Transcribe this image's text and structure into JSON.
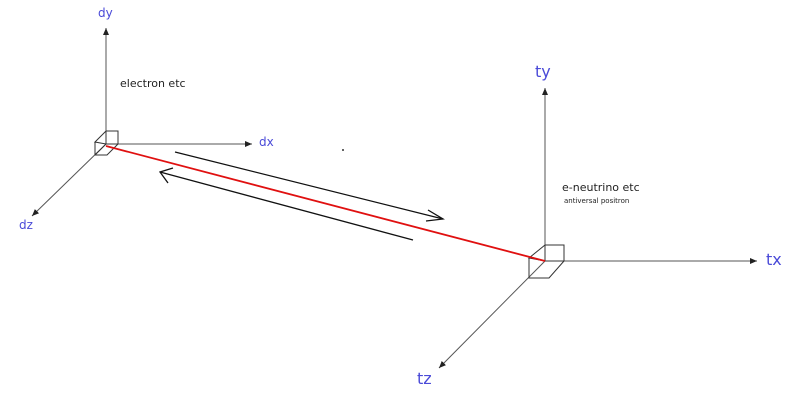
{
  "left_frame": {
    "y_label": "dy",
    "x_label": "dx",
    "z_label": "dz",
    "caption": "electron etc"
  },
  "right_frame": {
    "y_label": "ty",
    "x_label": "tx",
    "z_label": "tz",
    "caption": "e-neutrino etc",
    "subcaption": "antiversal positron"
  },
  "colors": {
    "axis_label": "#4a4ad8",
    "connection": "#e01010",
    "lines": "#333333"
  }
}
